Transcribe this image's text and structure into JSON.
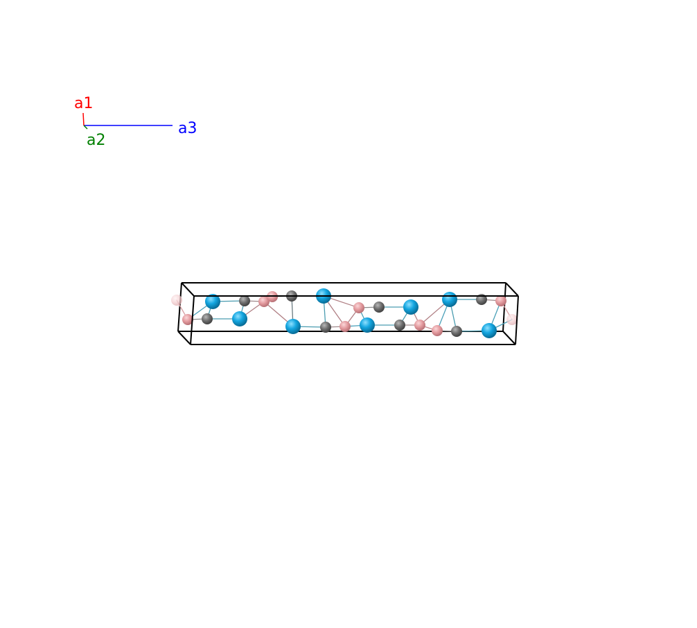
{
  "axes": {
    "a1": {
      "label": "a1",
      "color": "#ff0000"
    },
    "a2": {
      "label": "a2",
      "color": "#008000"
    },
    "a3": {
      "label": "a3",
      "color": "#0000ff"
    }
  },
  "colors": {
    "cell_edge": "#000000",
    "atom_blue": "#14a6e0",
    "atom_gray": "#6e6e6e",
    "atom_pink": "#e39a9e"
  },
  "atom_kinds": [
    "blue-atom",
    "gray-atom",
    "pink-atom"
  ]
}
